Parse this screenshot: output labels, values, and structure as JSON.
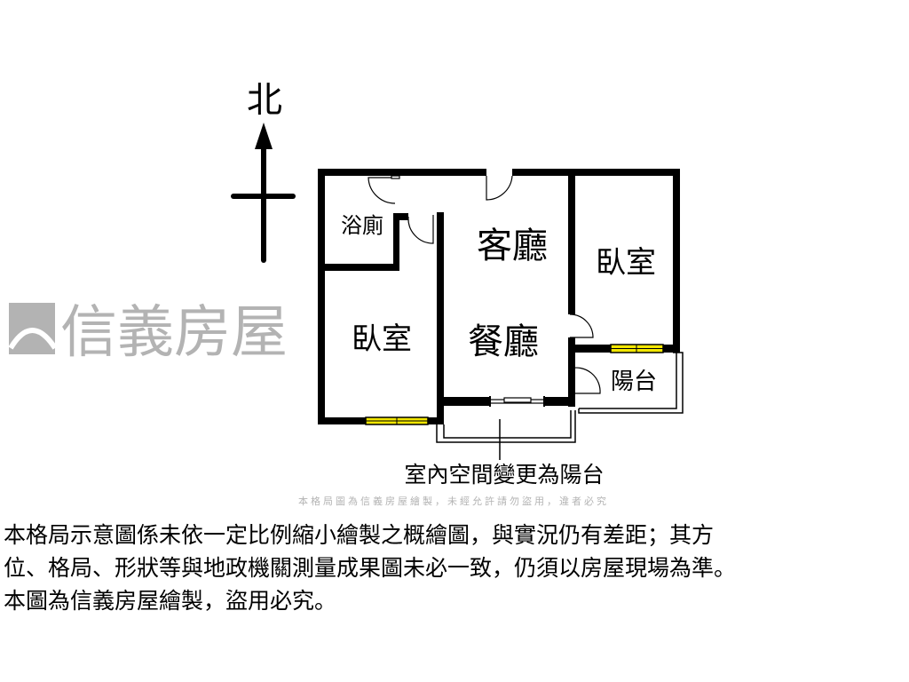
{
  "compass": {
    "north_label": "北"
  },
  "rooms": {
    "bathroom": "浴廁",
    "living_room": "客廳",
    "dining_room": "餐廳",
    "bedroom_left": "臥室",
    "bedroom_right": "臥室",
    "balcony": "陽台"
  },
  "annotation": "室內空間變更為陽台",
  "watermark": {
    "brand": "信義房屋",
    "notice": "本格局圖為信義房屋繪製，未經允許請勿盜用，違者必究"
  },
  "disclaimer": [
    "本格局示意圖係未依一定比例縮小繪製之概繪圖，與實況仍有差距；其方",
    "位、格局、形狀等與地政機關測量成果圖未必一致，仍須以房屋現場為準。",
    "本圖為信義房屋繪製，盜用必究。"
  ],
  "colors": {
    "wall": "#000000",
    "window": "#f2e600",
    "watermark": "#9a9a9a"
  }
}
